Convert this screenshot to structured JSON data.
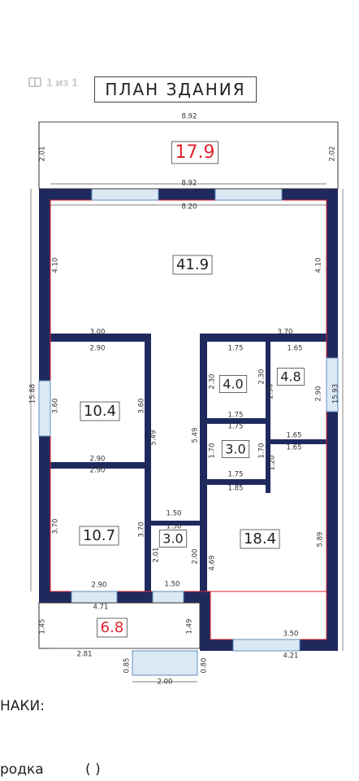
{
  "pager": {
    "label": "1 из 1"
  },
  "title": "ПЛАН ЗДАНИЯ",
  "legend": {
    "heading": "НАКИ:",
    "item": "родка",
    "partial": "( )"
  },
  "colors": {
    "wall": "#1e2a5e",
    "area_outline": "#e0222e",
    "dim": "#333333",
    "window": "#8fb4d6"
  },
  "areas": [
    {
      "value": "17.9",
      "highlight": true
    },
    {
      "value": "41.9",
      "highlight": false
    },
    {
      "value": "10.4",
      "highlight": false
    },
    {
      "value": "10.7",
      "highlight": false
    },
    {
      "value": "4.0",
      "highlight": false
    },
    {
      "value": "4.8",
      "highlight": false
    },
    {
      "value": "3.0",
      "highlight": false
    },
    {
      "value": "18.4",
      "highlight": false
    },
    {
      "value": "3.0",
      "highlight": false
    },
    {
      "value": "6.8",
      "highlight": true
    }
  ],
  "dimensions": [
    "8.92",
    "2.01",
    "2.02",
    "8.92",
    "8.20",
    "4.10",
    "4.10",
    "15.88",
    "15.93",
    "3.00",
    "2.90",
    "3.60",
    "3.60",
    "5.49",
    "2.90",
    "2.90",
    "3.70",
    "3.70",
    "2.90",
    "1.50",
    "1.50",
    "2.01",
    "2.00",
    "1.50",
    "4.71",
    "3.70",
    "1.75",
    "1.65",
    "2.30",
    "2.30",
    "2.90",
    "2.90",
    "1.75",
    "1.75",
    "5.49",
    "1.70",
    "1.70",
    "1.65",
    "1.65",
    "1.20",
    "1.75",
    "1.85",
    "4.69",
    "5.89",
    "3.50",
    "4.21",
    "1.45",
    "1.49",
    "2.81",
    "0.85",
    "0.80",
    "2.00"
  ]
}
